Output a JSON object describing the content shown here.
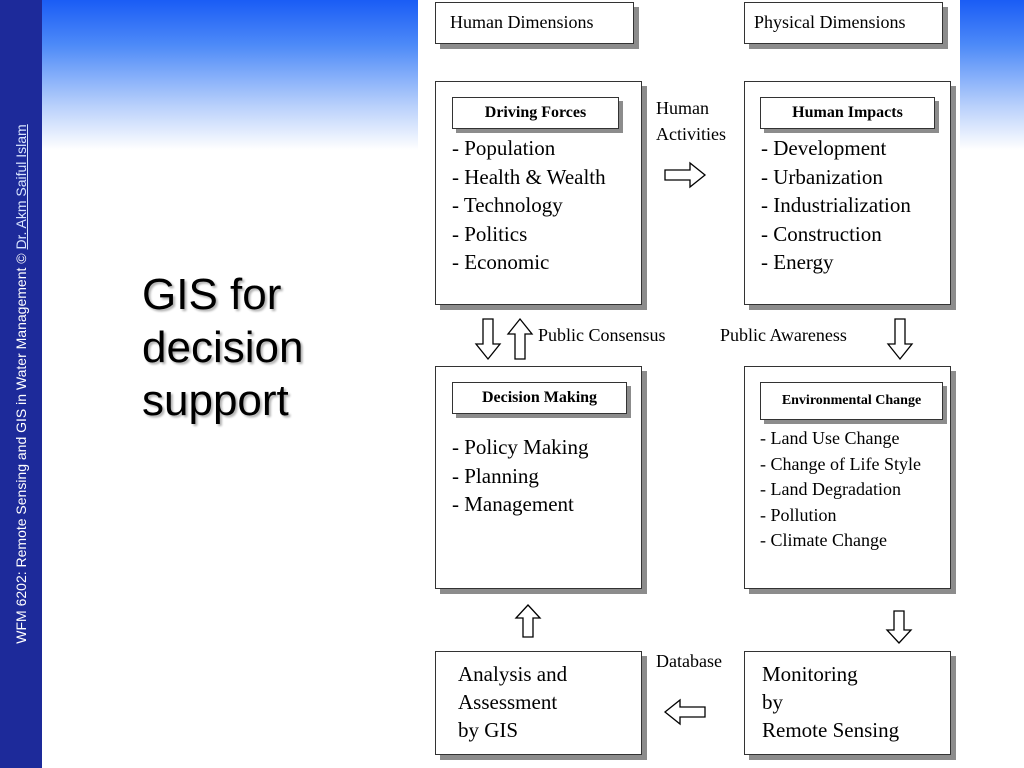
{
  "sidebar": {
    "course": "WFM 6202: Remote Sensing and GIS in Water Management © ",
    "author_link": "Dr. Akm Saiful Islam"
  },
  "slide": {
    "title_lines": [
      "GIS for",
      "decision",
      "support"
    ]
  },
  "diagram": {
    "human_dimensions": "Human Dimensions",
    "physical_dimensions": "Physical Dimensions",
    "driving_forces": {
      "title": "Driving Forces",
      "items": [
        "- Population",
        "- Health & Wealth",
        "- Technology",
        "- Politics",
        "- Economic"
      ]
    },
    "human_impacts": {
      "title": "Human Impacts",
      "items": [
        "- Development",
        "- Urbanization",
        "- Industrialization",
        "- Construction",
        "- Energy"
      ]
    },
    "decision_making": {
      "title": "Decision Making",
      "items": [
        "- Policy Making",
        "- Planning",
        "- Management"
      ]
    },
    "environmental_change": {
      "title": "Environmental Change",
      "items": [
        "- Land Use Change",
        "- Change of Life Style",
        "- Land Degradation",
        "- Pollution",
        "- Climate Change"
      ]
    },
    "analysis": {
      "lines": [
        "Analysis and",
        "Assessment",
        "by GIS"
      ]
    },
    "monitoring": {
      "lines": [
        "Monitoring",
        "by",
        "Remote Sensing"
      ]
    },
    "labels": {
      "human_activities": [
        "Human",
        "Activities"
      ],
      "public_consensus": "Public Consensus",
      "public_awareness": "Public Awareness",
      "database": "Database"
    }
  }
}
